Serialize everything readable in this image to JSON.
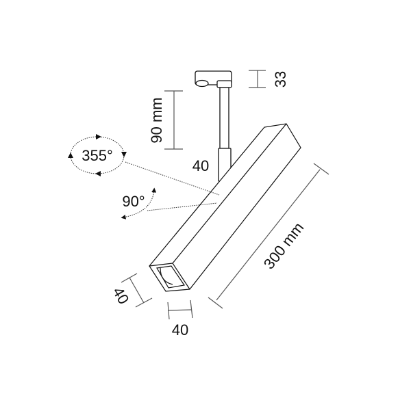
{
  "labels": {
    "mount_height": "33",
    "stem_length": "90 mm",
    "sleeve_width": "40",
    "rotation_horizontal": "355°",
    "rotation_vertical": "90°",
    "body_length": "300 mm",
    "body_height": "40",
    "body_width": "40"
  },
  "colors": {
    "line": "#111111",
    "dim_line": "#555555"
  }
}
